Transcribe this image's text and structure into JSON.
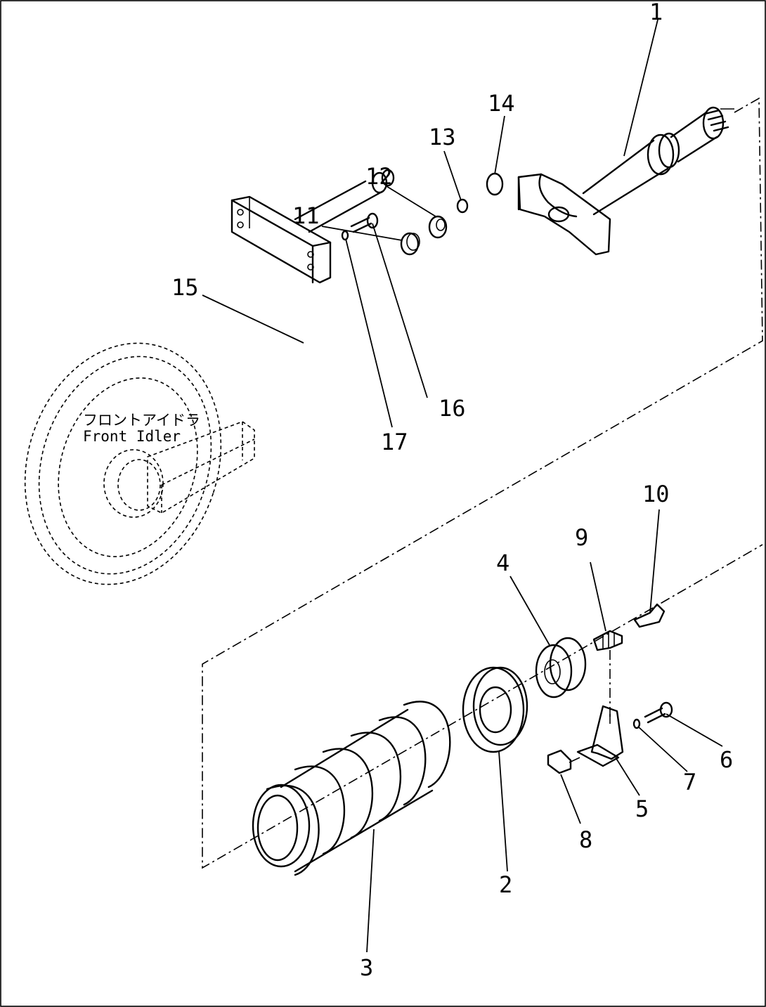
{
  "idler_note": {
    "jp": "フロントアイドラ",
    "en": "Front Idler"
  },
  "parts": [
    {
      "id": "part-1",
      "label": "1"
    },
    {
      "id": "part-2",
      "label": "2"
    },
    {
      "id": "part-3",
      "label": "3"
    },
    {
      "id": "part-4",
      "label": "4"
    },
    {
      "id": "part-5",
      "label": "5"
    },
    {
      "id": "part-6",
      "label": "6"
    },
    {
      "id": "part-7",
      "label": "7"
    },
    {
      "id": "part-8",
      "label": "8"
    },
    {
      "id": "part-9",
      "label": "9"
    },
    {
      "id": "part-10",
      "label": "10"
    },
    {
      "id": "part-11",
      "label": "11"
    },
    {
      "id": "part-12",
      "label": "12"
    },
    {
      "id": "part-13",
      "label": "13"
    },
    {
      "id": "part-14",
      "label": "14"
    },
    {
      "id": "part-15",
      "label": "15"
    },
    {
      "id": "part-16",
      "label": "16"
    },
    {
      "id": "part-17",
      "label": "17"
    }
  ]
}
